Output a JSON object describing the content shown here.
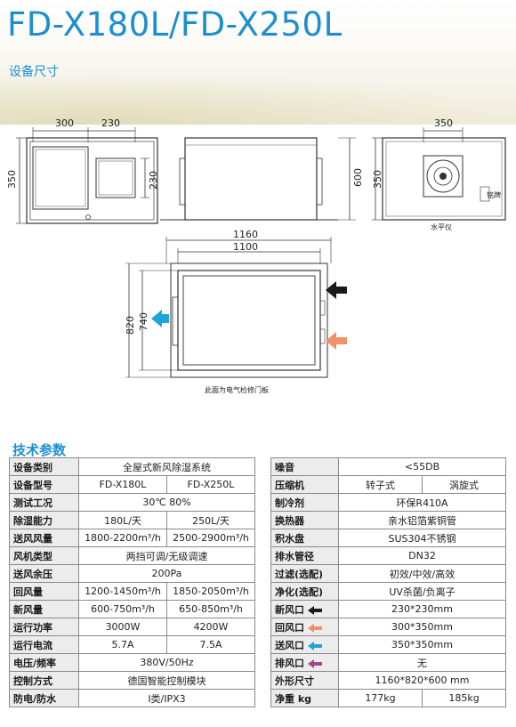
{
  "title": "FD-X180L/FD-X250L",
  "size_heading": "设备尺寸",
  "spec_heading": "技术参数",
  "drawings": {
    "dims": {
      "front_w1": "300",
      "front_w2": "230",
      "front_h": "350",
      "front_inner_h": "230",
      "side_h": "600",
      "right_w": "350",
      "right_h": "350",
      "top_w1": "1160",
      "top_w2": "1100",
      "top_h1": "820",
      "top_h2": "740"
    },
    "labels": {
      "level": "水平仪",
      "sticker": "铭牌",
      "door_note": "此面为电气检修门板"
    }
  },
  "colors": {
    "accent": "#1c8fd0",
    "fresh": "#1a1a1a",
    "return": "#f0916a",
    "supply": "#1ea5d8",
    "exhaust": "#a8448e"
  },
  "left_table": [
    {
      "label": "设备类别",
      "value": "全屋式新风除湿系统"
    },
    {
      "label": "设备型号",
      "v1": "FD-X180L",
      "v2": "FD-X250L"
    },
    {
      "label": "测试工况",
      "value": "30℃ 80%"
    },
    {
      "label": "除湿能力",
      "v1": "180L/天",
      "v2": "250L/天"
    },
    {
      "label": "送风风量",
      "v1": "1800-2200m³/h",
      "v2": "2500-2900m³/h"
    },
    {
      "label": "风机类型",
      "value": "两挡可调/无级调速"
    },
    {
      "label": "送风余压",
      "value": "200Pa"
    },
    {
      "label": "回风量",
      "v1": "1200-1450m³/h",
      "v2": "1850-2050m³/h"
    },
    {
      "label": "新风量",
      "v1": "600-750m³/h",
      "v2": "650-850m³/h"
    },
    {
      "label": "运行功率",
      "v1": "3000W",
      "v2": "4200W"
    },
    {
      "label": "运行电流",
      "v1": "5.7A",
      "v2": "7.5A"
    },
    {
      "label": "电压/频率",
      "value": "380V/50Hz"
    },
    {
      "label": "控制方式",
      "value": "德国智能控制模块"
    },
    {
      "label": "防电/防水",
      "value": "I类/IPX3"
    }
  ],
  "right_table": [
    {
      "label": "噪音",
      "value": "<55DB"
    },
    {
      "label": "压缩机",
      "v1": "转子式",
      "v2": "涡旋式"
    },
    {
      "label": "制冷剂",
      "value": "环保R410A"
    },
    {
      "label": "换热器",
      "value": "亲水铝箔紫铜管"
    },
    {
      "label": "积水盘",
      "value": "SUS304不锈钢"
    },
    {
      "label": "排水管径",
      "value": "DN32"
    },
    {
      "label": "过滤(选配)",
      "value": "初效/中效/高效"
    },
    {
      "label": "净化(选配)",
      "value": "UV杀菌/负离子"
    },
    {
      "label": "新风口",
      "arrow": "fresh",
      "value": "230*230mm"
    },
    {
      "label": "回风口",
      "arrow": "return",
      "value": "300*350mm"
    },
    {
      "label": "送风口",
      "arrow": "supply",
      "value": "350*350mm"
    },
    {
      "label": "排风口",
      "arrow": "exhaust",
      "value": "无"
    },
    {
      "label": "外形尺寸",
      "value": "1160*820*600 mm"
    },
    {
      "label": "净重 kg",
      "v1": "177kg",
      "v2": "185kg"
    }
  ]
}
